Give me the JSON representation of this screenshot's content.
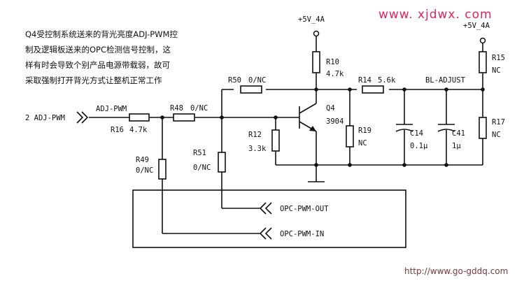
{
  "note_lines": [
    "Q4受控制系统送来的背光亮度ADJ-PWM控",
    "制及逻辑板送来的OPC检测信号控制，这",
    "样有时会导致个别产品电源带载弱，故可",
    "采取强制打开背光方式让整机正常工作"
  ],
  "watermark_top": "www. xjdwx. com",
  "watermark_bottom": "http://www.go-gddq.com",
  "nets": {
    "input": "2 ADJ-PWM",
    "adj_pwm": "ADJ-PWM",
    "vcc1": "+5V_4A",
    "vcc2": "+5V_4A",
    "bl_adjust": "BL-ADJUST",
    "opc_out": "OPC-PWM-OUT",
    "opc_in": "OPC-PWM-IN"
  },
  "components": {
    "R16": {
      "name": "R16",
      "value": "4.7k"
    },
    "R48": {
      "name": "R48",
      "value": "0/NC"
    },
    "R50": {
      "name": "R50",
      "value": "0/NC"
    },
    "R49": {
      "name": "R49",
      "value": "0/NC"
    },
    "R51": {
      "name": "R51",
      "value": "0/NC"
    },
    "R12": {
      "name": "R12",
      "value": "3.3k"
    },
    "R10": {
      "name": "R10",
      "value": "4.7k"
    },
    "Q4": {
      "name": "Q4",
      "value": "3904"
    },
    "R14": {
      "name": "R14",
      "value": "5.6k"
    },
    "R19": {
      "name": "R19",
      "value": "NC"
    },
    "C14": {
      "name": "C14",
      "value": "0.1μ"
    },
    "C41": {
      "name": "C41",
      "value": "1μ"
    },
    "R15": {
      "name": "R15",
      "value": "NC"
    },
    "R17": {
      "name": "R17",
      "value": "NC"
    }
  }
}
